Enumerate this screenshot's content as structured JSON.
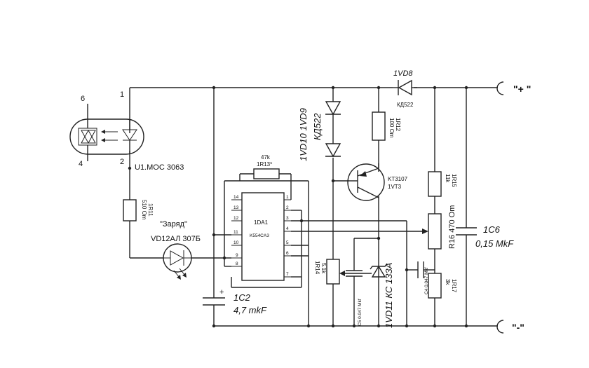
{
  "terminals": {
    "plus": "\"+ \"",
    "minus": "\"-\""
  },
  "optocoupler": {
    "name": "U1.MOC 3063",
    "pin6": "6",
    "pin4": "4",
    "pin1": "1",
    "pin2": "2"
  },
  "r11": {
    "value": "510 Om",
    "name": "1R11"
  },
  "led": {
    "label": "\"Заряд\"",
    "name": "VD12АЛ 307Б"
  },
  "c2": {
    "name": "1C2",
    "value": "4,7 mkF",
    "polarity": "+"
  },
  "r13": {
    "value": "47k",
    "name": "1R13*"
  },
  "ic": {
    "name": "1DA1",
    "type": "K554CA3",
    "pins_left": [
      "14",
      "13",
      "12",
      "11",
      "10",
      "9",
      "8"
    ],
    "pins_right": [
      "1",
      "2",
      "3",
      "4",
      "5",
      "6",
      "7"
    ]
  },
  "vd9_vd10": {
    "names": "1VD10  1VD9",
    "type": "КД522"
  },
  "r12": {
    "value": "100 Om",
    "name": "1R12"
  },
  "transistor": {
    "type": "KT3107",
    "name": "1VT3"
  },
  "vd8": {
    "name": "1VD8",
    "type": "КД522"
  },
  "r15": {
    "value": "11k",
    "name": "1R15"
  },
  "r16": {
    "text": "R16 470 Om"
  },
  "c6": {
    "name": "1C6",
    "value": "0,15 MkF"
  },
  "r14": {
    "name": "1R14",
    "value": "5.1k"
  },
  "c5": {
    "text": "C5 0.047 Mkf"
  },
  "vd11": {
    "text": "1VD11  КС 133А"
  },
  "c4": {
    "text": "C4 0.047 Mkf"
  },
  "r17": {
    "value": "3k",
    "name": "1R17"
  }
}
